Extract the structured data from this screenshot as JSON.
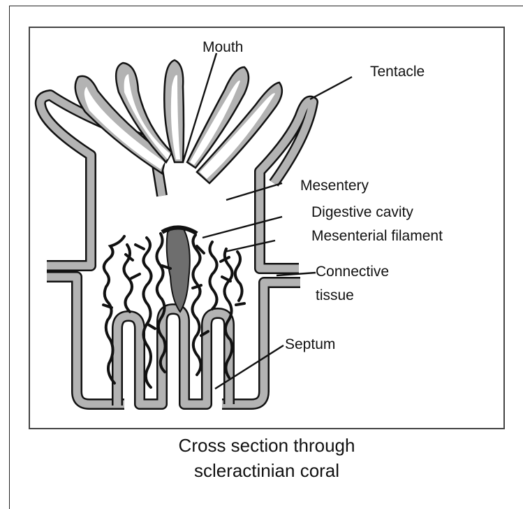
{
  "labels": {
    "mouth": "Mouth",
    "tentacle": "Tentacle",
    "mesentery": "Mesentery",
    "digestive_cavity": "Digestive cavity",
    "mesenterial_filament": "Mesenterial filament",
    "connective_line1": "Connective",
    "connective_line2": "tissue",
    "septum": "Septum"
  },
  "caption": {
    "line1": "Cross section through",
    "line2": "scleractinian coral"
  },
  "colors": {
    "stroke": "#111111",
    "tissue_fill": "#b3b3b3",
    "highlight": "#ffffff",
    "filament": "#111111",
    "pharynx": "#6e6e6e"
  }
}
